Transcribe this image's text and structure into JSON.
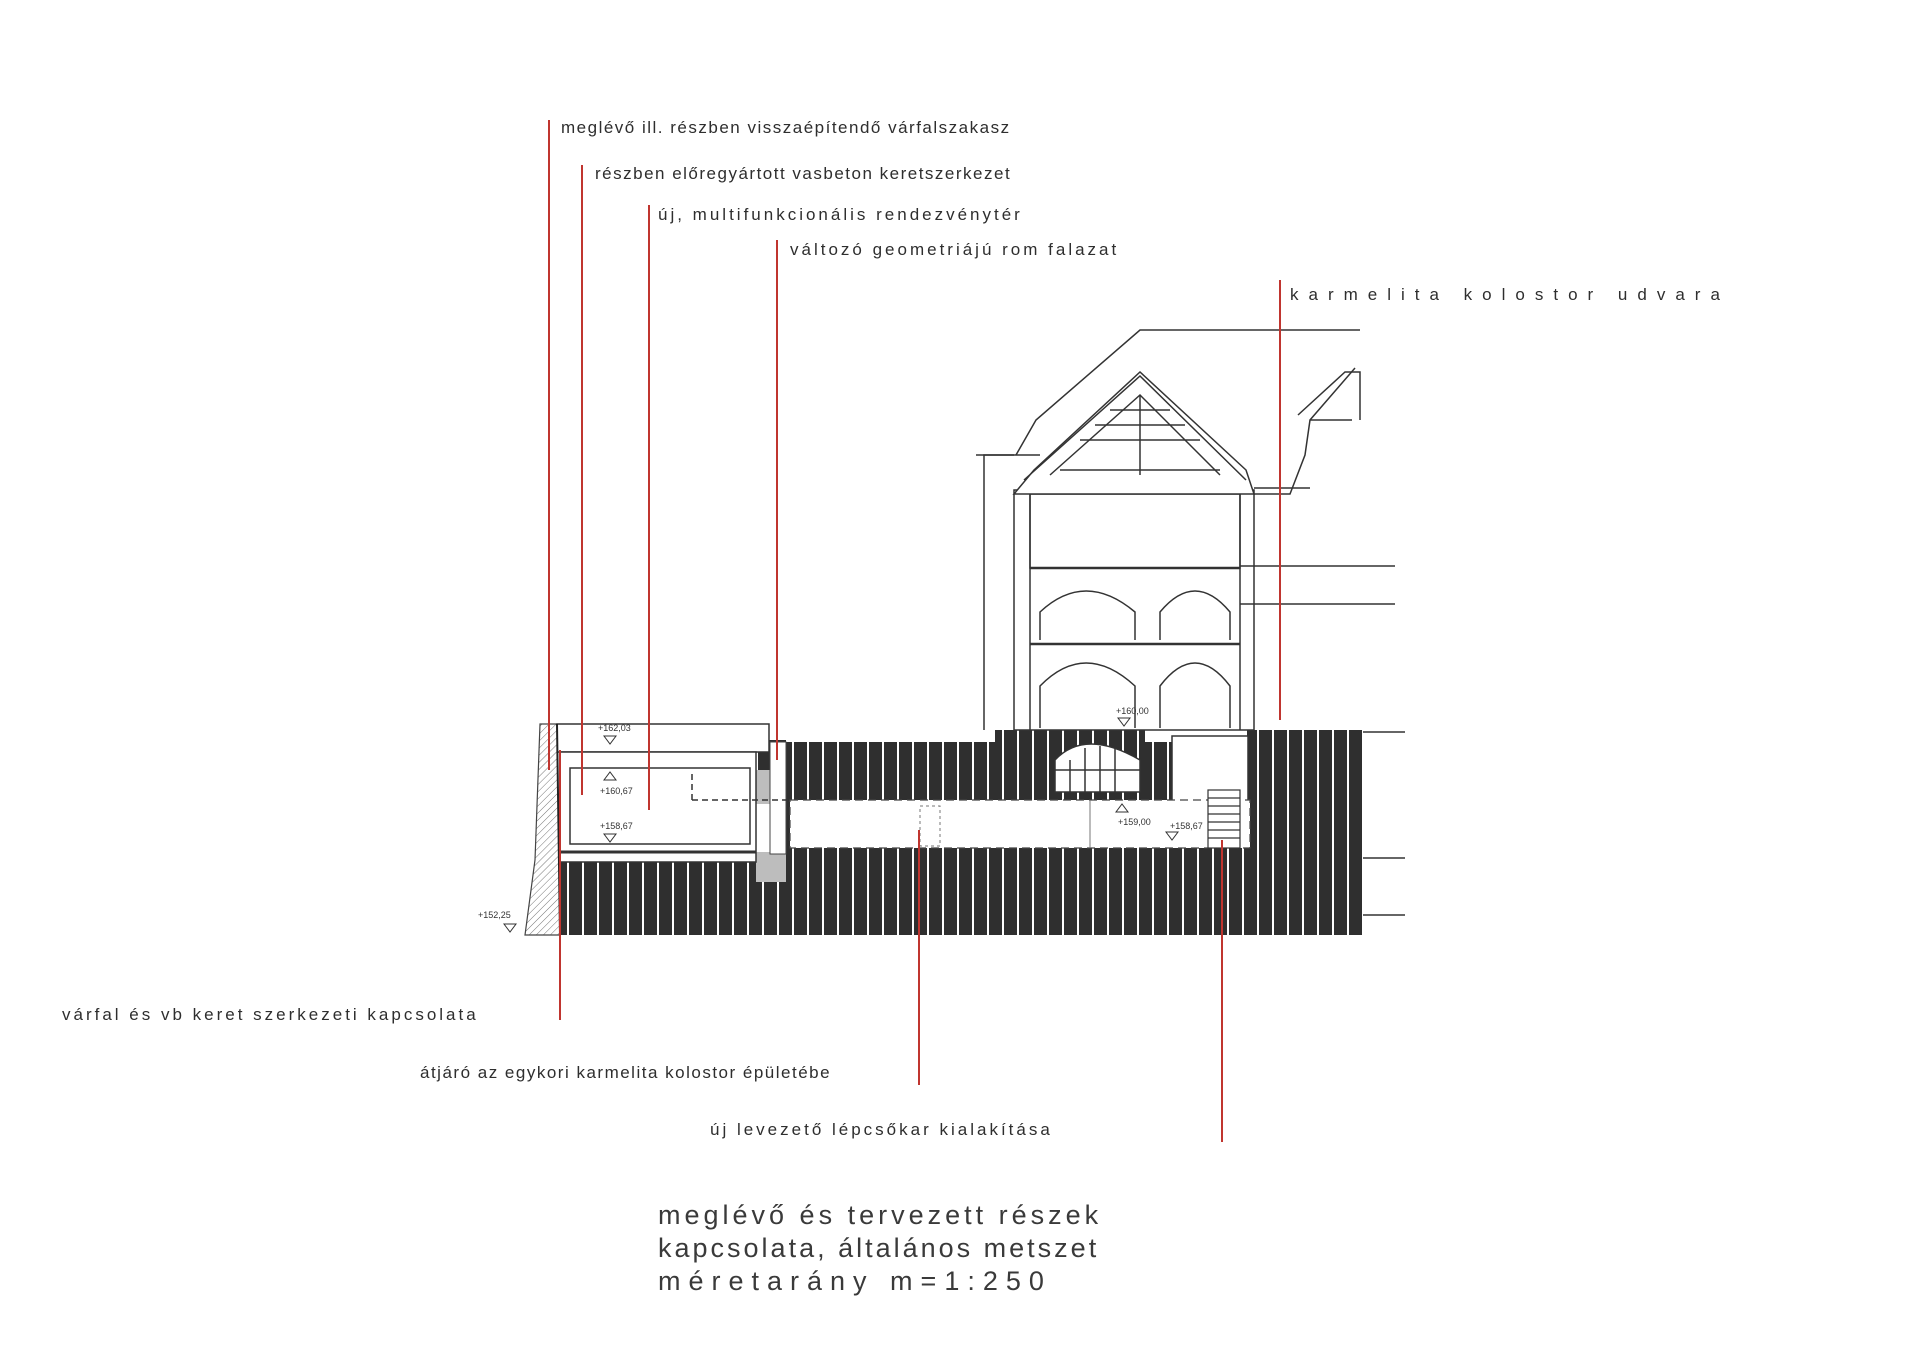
{
  "annotations_top": [
    "meglévő ill. részben visszaépítendő várfalszakasz",
    "részben előregyártott vasbeton  keretszerkezet",
    "új, multifunkcionális rendezvénytér",
    "változó geometriájú rom falazat",
    "karmelita kolostor udvara"
  ],
  "annotations_bottom": [
    "várfal és vb keret szerkezeti kapcsolata",
    "átjáró az egykori karmelita kolostor épületébe",
    "új levezető lépcsőkar kialakítása"
  ],
  "levels": [
    "+162,03",
    "+160,67",
    "+158,67",
    "+160,00",
    "+159,00",
    "+158,67",
    "+152,25"
  ],
  "title": {
    "line1": "meglévő és tervezett részek",
    "line2": "kapcsolata, általános metszet",
    "line3": "méretarány m=1:250"
  },
  "colors": {
    "leader": "#c0352f",
    "ink": "#2a2a2a",
    "solid_fill": "#2f2f2f",
    "background": "#ffffff"
  }
}
